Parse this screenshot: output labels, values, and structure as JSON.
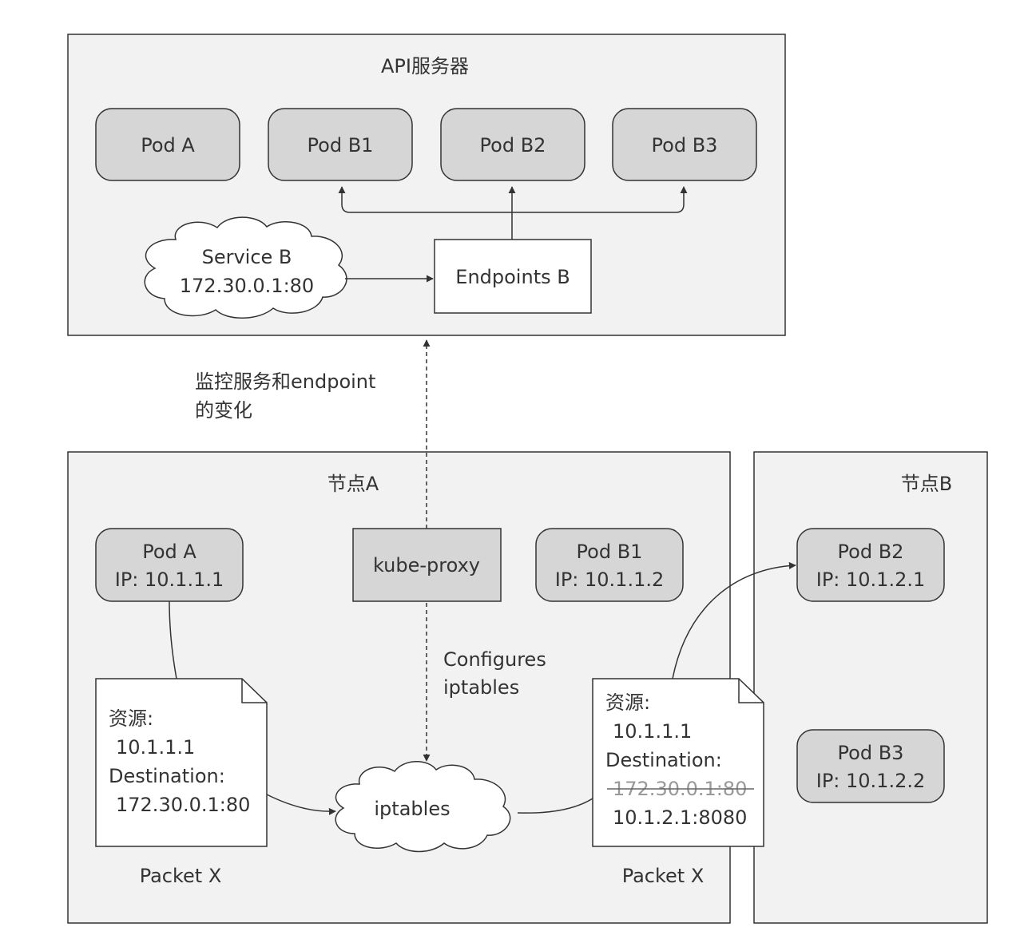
{
  "api_server": {
    "title": "API服务器",
    "pods": [
      "Pod A",
      "Pod B1",
      "Pod B2",
      "Pod B3"
    ],
    "service_name": "Service B",
    "service_ip": "172.30.0.1:80",
    "endpoints": "Endpoints B"
  },
  "watch_label": {
    "line1": "监控服务和endpoint",
    "line2": "的变化"
  },
  "node_a": {
    "title": "节点A",
    "pod_a_name": "Pod A",
    "pod_a_ip": "IP: 10.1.1.1",
    "pod_b1_name": "Pod B1",
    "pod_b1_ip": "IP: 10.1.1.2",
    "kube_proxy": "kube-proxy",
    "configures_line1": "Configures",
    "configures_line2": "iptables",
    "iptables": "iptables",
    "packet_left": {
      "source_label": "资源:",
      "source_ip": "10.1.1.1",
      "dest_label": "Destination:",
      "dest_ip": "172.30.0.1:80"
    },
    "packet_right": {
      "source_label": "资源:",
      "source_ip": "10.1.1.1",
      "dest_label": "Destination:",
      "dest_ip_struck": "172.30.0.1:80",
      "dest_ip_new": "10.1.2.1:8080"
    },
    "packet_left_caption": "Packet X",
    "packet_right_caption": "Packet X"
  },
  "node_b": {
    "title": "节点B",
    "pod_b2_name": "Pod B2",
    "pod_b2_ip": "IP: 10.1.2.1",
    "pod_b3_name": "Pod B3",
    "pod_b3_ip": "IP: 10.1.2.2"
  },
  "colors": {
    "panel_fill": "#f2f2f2",
    "pod_fill": "#d6d6d6",
    "white": "#ffffff",
    "stroke": "#333333",
    "strike": "#999999"
  }
}
